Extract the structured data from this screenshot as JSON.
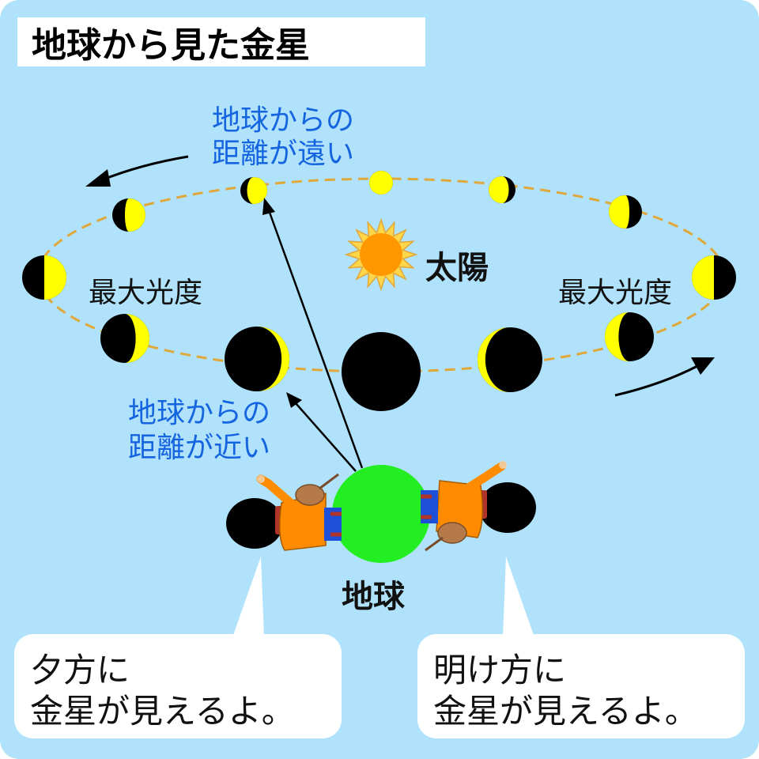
{
  "title": "地球から見た金星",
  "sun_label": "太陽",
  "earth_label": "地球",
  "far_label": {
    "line1": "地球からの",
    "line2": "距離が遠い"
  },
  "near_label": {
    "line1": "地球からの",
    "line2": "距離が近い"
  },
  "max_brightness_left": "最大光度",
  "max_brightness_right": "最大光度",
  "evening_bubble": {
    "line1": "夕方に",
    "line2": "金星が見えるよ。"
  },
  "morning_bubble": {
    "line1": "明け方に",
    "line2": "金星が見えるよ。"
  },
  "colors": {
    "sky": "#b0e2fb",
    "orbit": "#e0a83a",
    "venus_lit": "#ffff00",
    "venus_dark": "#000000",
    "earth": "#22ee22",
    "sun": "#ff9800",
    "label_blue": "#1565e0",
    "person_shirt": "#ff8c00",
    "person_pants": "#1e4fd8"
  }
}
